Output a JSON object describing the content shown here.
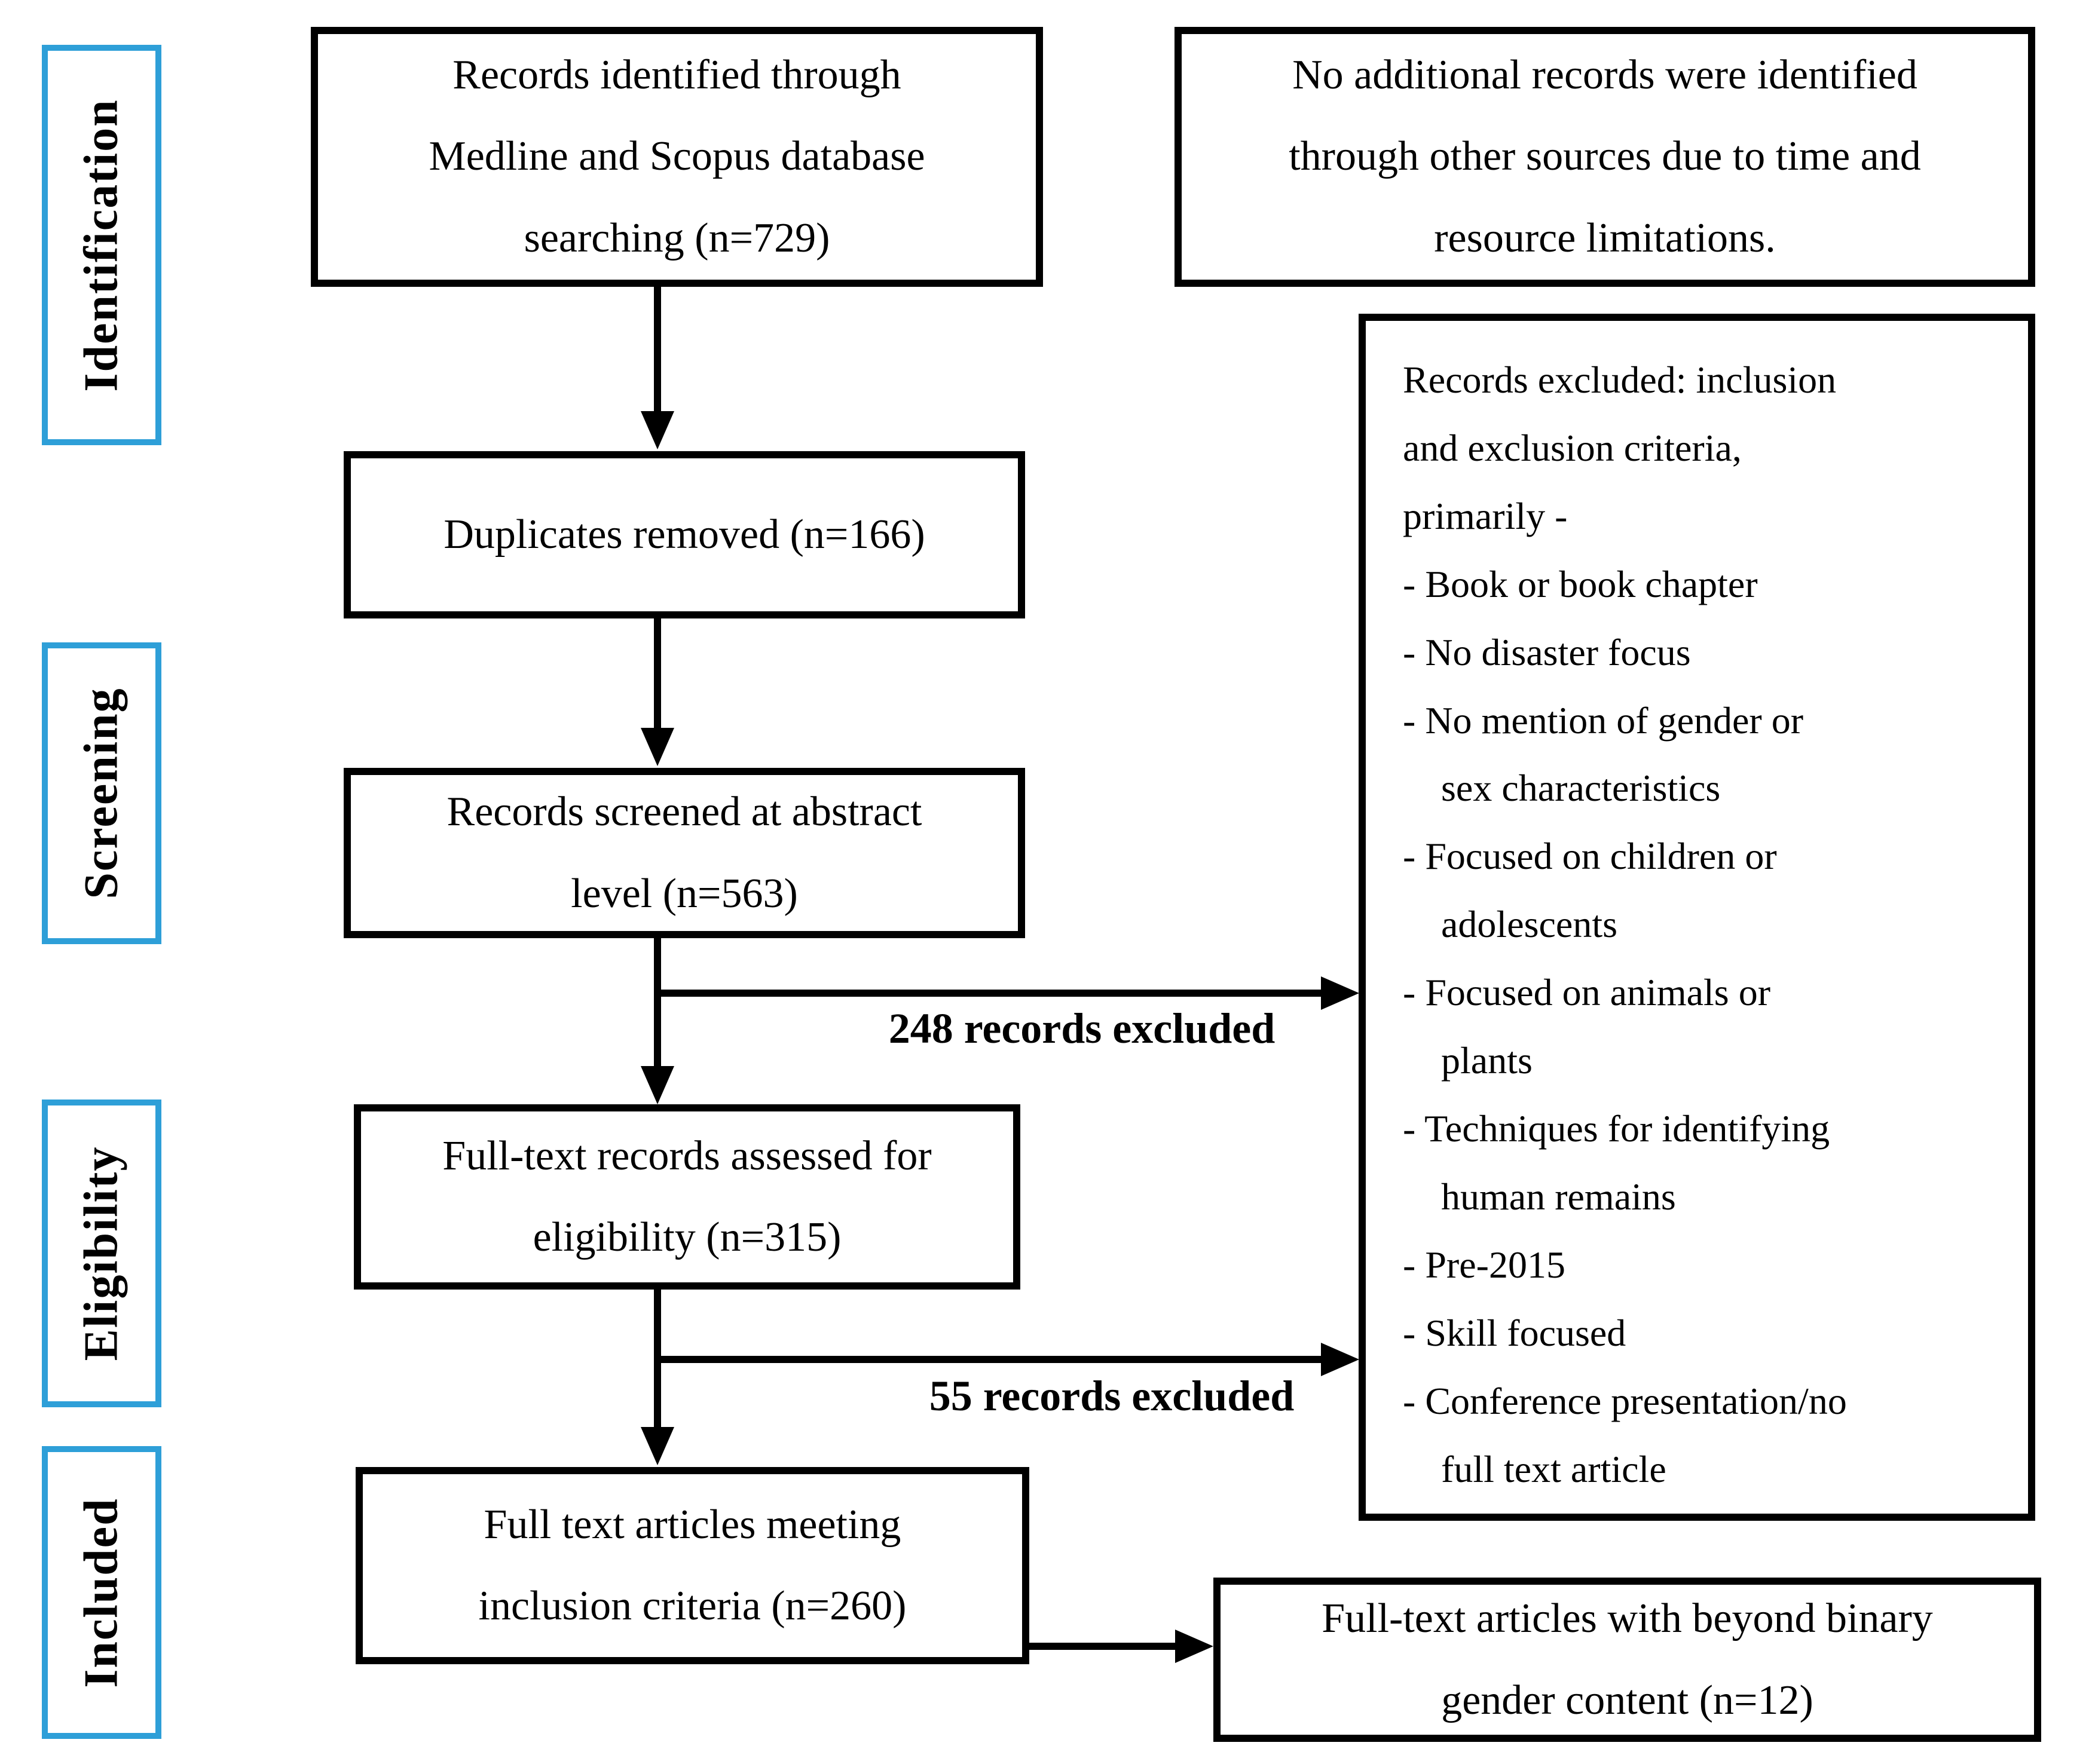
{
  "stages": {
    "identification": "Identification",
    "screening": "Screening",
    "eligibility": "Eligibility",
    "included": "Included"
  },
  "boxes": {
    "identified": "Records identified through\nMedline and Scopus database\nsearching (n=729)",
    "no_additional_sources": "No additional records were identified\nthrough other sources due to time and\nresource limitations.",
    "duplicates_removed": "Duplicates removed (n=166)",
    "records_screened": "Records screened at abstract\nlevel (n=563)",
    "fulltext_assessed": "Full-text records assessed for\neligibility (n=315)",
    "meeting_inclusion": "Full text articles meeting\ninclusion criteria (n=260)",
    "beyond_binary": "Full-text articles with beyond binary\ngender content (n=12)"
  },
  "excluded_box": {
    "header": "Records excluded: inclusion\nand exclusion criteria,\nprimarily -",
    "reasons": [
      "Book or book chapter",
      "No disaster focus",
      "No mention of gender or\nsex characteristics",
      "Focused on children or\nadolescents",
      "Focused on animals or\nplants",
      "Techniques for identifying\nhuman remains",
      "Pre-2015",
      "Skill focused",
      "Conference presentation/no\nfull text article"
    ]
  },
  "arrow_labels": {
    "screening_excluded": "248 records excluded",
    "eligibility_excluded": "55 records excluded"
  },
  "colors": {
    "stage_border": "#2E9FD8",
    "flow_border": "#000000",
    "text": "#000000",
    "background": "#FFFFFF"
  }
}
